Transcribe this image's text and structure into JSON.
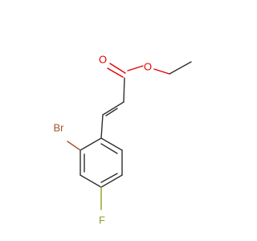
{
  "molecule": {
    "atoms": {
      "carbonyl_oxygen": "O",
      "ester_oxygen": "O",
      "bromine": "Br",
      "fluorine": "F"
    },
    "colors": {
      "bond": "#2f2f2f",
      "oxygen": "#e00000",
      "bromine": "#a0552a",
      "fluorine": "#8aa321"
    }
  }
}
